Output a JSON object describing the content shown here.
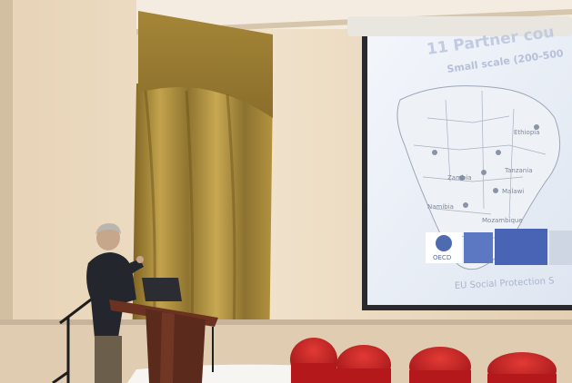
{
  "slide": {
    "title": "11 Partner cou",
    "subtitle": "Small scale (200-500",
    "footer": "EU Social Protection S",
    "logo_text": "OECD",
    "countries": [
      "Ethiopia",
      "Zambia",
      "Tanzania",
      "Malawi",
      "Mozambique",
      "Namibia"
    ]
  },
  "colors": {
    "wall": "#ecdcc2",
    "curtain": "#b8973f",
    "curtain_dark": "#8a6e26",
    "screen_bg": "#e9eef7",
    "screen_text": "#9aa7c9",
    "chair_red": "#c91f22",
    "speaker_jacket": "#23262c",
    "podium": "#5a2a1c"
  }
}
